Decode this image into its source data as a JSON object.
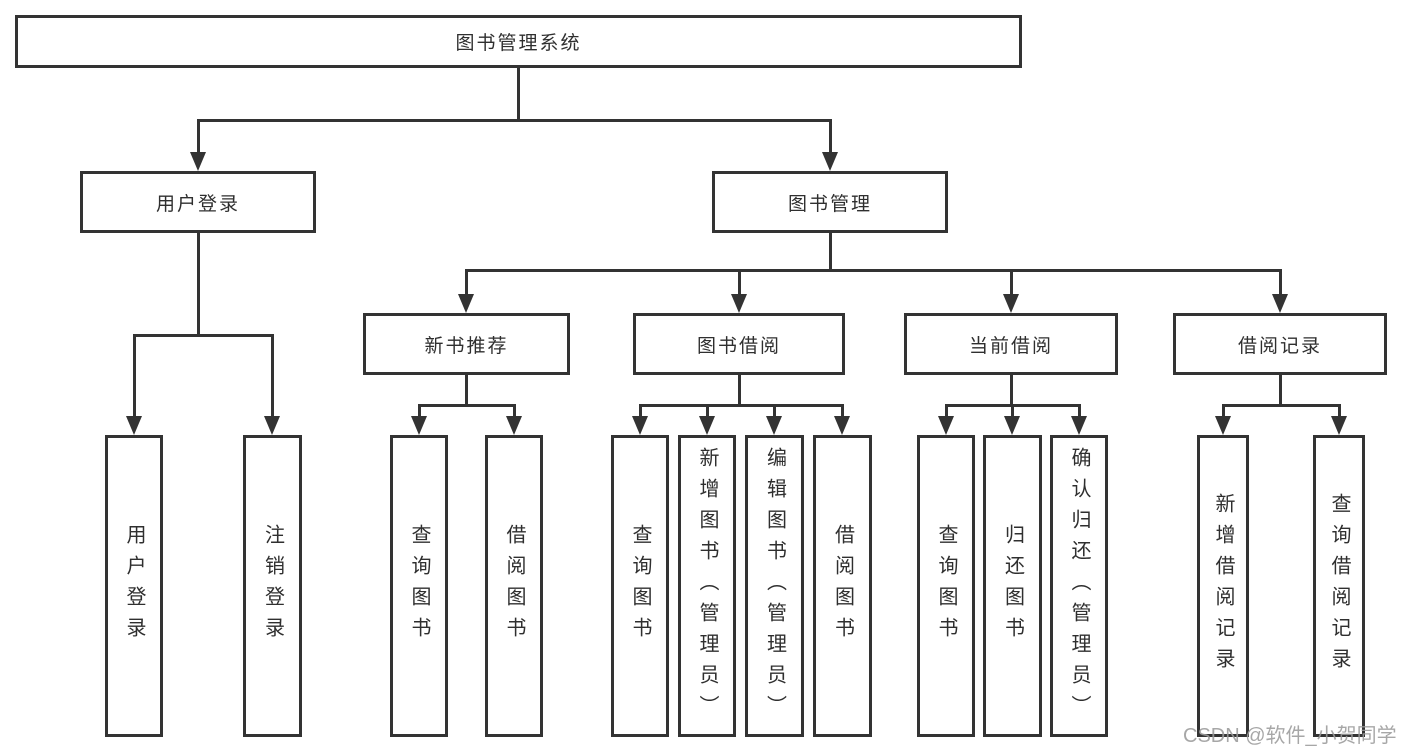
{
  "diagram": {
    "root": {
      "label": "图书管理系统"
    },
    "level2": [
      {
        "label": "用户登录"
      },
      {
        "label": "图书管理"
      }
    ],
    "level3": [
      {
        "label": "新书推荐"
      },
      {
        "label": "图书借阅"
      },
      {
        "label": "当前借阅"
      },
      {
        "label": "借阅记录"
      }
    ],
    "leaves": {
      "user_login": [
        {
          "label": "用户登录"
        },
        {
          "label": "注销登录"
        }
      ],
      "new_book_recommend": [
        {
          "label": "查询图书"
        },
        {
          "label": "借阅图书"
        }
      ],
      "book_borrow": [
        {
          "label": "查询图书"
        },
        {
          "label": "新增图书（管理员）"
        },
        {
          "label": "编辑图书（管理员）"
        },
        {
          "label": "借阅图书"
        }
      ],
      "current_borrow": [
        {
          "label": "查询图书"
        },
        {
          "label": "归还图书"
        },
        {
          "label": "确认归还（管理员）"
        }
      ],
      "borrow_records": [
        {
          "label": "新增借阅记录"
        },
        {
          "label": "查询借阅记录"
        }
      ]
    },
    "colors": {
      "line": "#333333",
      "text": "#2f2f2f",
      "background": "#ffffff",
      "watermark": "#9c9c9c"
    }
  },
  "watermark": {
    "text": "CSDN @软件_小贺同学"
  }
}
